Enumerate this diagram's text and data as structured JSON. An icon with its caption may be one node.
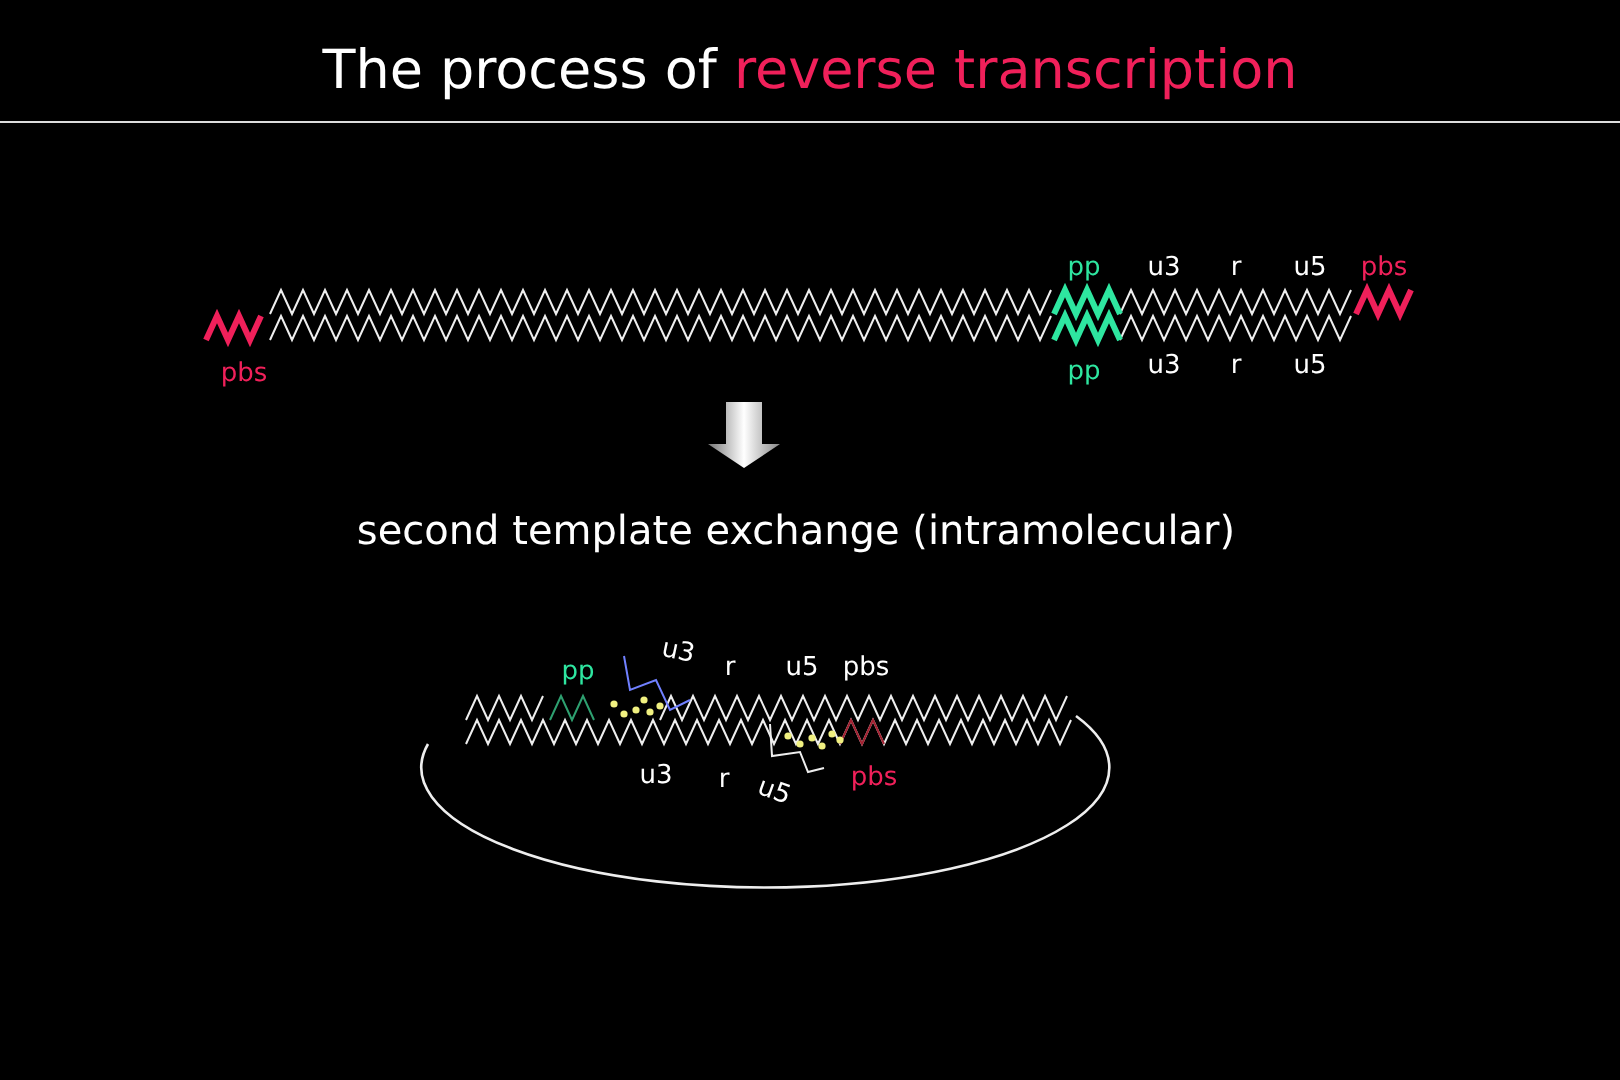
{
  "diagram": {
    "title": "The process of reverse transcription",
    "labels": [
      "pp",
      "u3",
      "r",
      "u5",
      "pbs",
      "pbs",
      "pp",
      "u3",
      "r",
      "u5",
      "second template exchange (intramolecular)",
      "pp",
      "u3",
      "r",
      "u5",
      "pbs",
      "u3",
      "r",
      "u5",
      "pbs"
    ]
  }
}
